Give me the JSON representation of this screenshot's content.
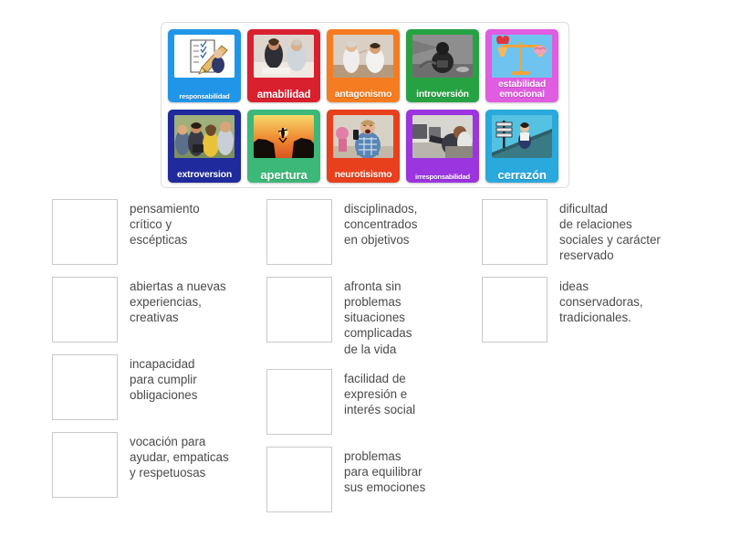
{
  "tile_bank": {
    "rows": [
      [
        {
          "label": "responsabilidad",
          "color": "#2196e8",
          "label_size": "fs-7",
          "art": "checklist-pencil-icon"
        },
        {
          "label": "amabilidad",
          "color": "#d9202f",
          "label_size": "fs-11",
          "art": "two-women-talking-photo"
        },
        {
          "label": "antagonismo",
          "color": "#f57c20",
          "label_size": "fs-10",
          "art": "arguing-couple-photo"
        },
        {
          "label": "introversión",
          "color": "#27a243",
          "label_size": "fs-10",
          "art": "lonely-person-greyscale-photo"
        },
        {
          "label": "estabilidad\nemocional",
          "color": "#e05ce0",
          "label_size": "fs-10 two-line",
          "art": "heart-brain-balance-scale-icon"
        }
      ],
      [
        {
          "label": "extroversion",
          "color": "#1f2a9c",
          "label_size": "fs-10",
          "art": "group-of-friends-photo"
        },
        {
          "label": "apertura",
          "color": "#3cb878",
          "label_size": "fs-13",
          "art": "cliff-jump-sunset-photo"
        },
        {
          "label": "neurotisismo",
          "color": "#e8401c",
          "label_size": "fs-10",
          "art": "angry-man-phone-photo"
        },
        {
          "label": "irresponsabilidad",
          "color": "#9b35e0",
          "label_size": "fs-7",
          "art": "feet-on-desk-office-photo"
        },
        {
          "label": "cerrazón",
          "color": "#2aa9dd",
          "label_size": "fs-13",
          "art": "blocked-signpost-icon"
        }
      ]
    ]
  },
  "answers": {
    "columns": [
      [
        {
          "text": "pensamiento\ncrítico y\nescépticas"
        },
        {
          "text": "abiertas a nuevas\nexperiencias,\ncreativas"
        },
        {
          "text": "incapacidad\npara cumplir\nobligaciones"
        },
        {
          "text": "vocación para\nayudar, empaticas\ny respetuosas"
        }
      ],
      [
        {
          "text": "disciplinados,\nconcentrados\nen objetivos"
        },
        {
          "text": "afronta sin\nproblemas\nsituaciones\ncomplicadas\nde la vida"
        },
        {
          "text": "facilidad de\nexpresión e\ninterés social"
        },
        {
          "text": "problemas\npara equilibrar\nsus emociones"
        }
      ],
      [
        {
          "text": "dificultad\nde relaciones\nsociales y carácter\nreservado"
        },
        {
          "text": "ideas\nconservadoras,\ntradicionales."
        }
      ]
    ]
  },
  "colors": {
    "page_background": "#ffffff",
    "bank_border": "#dddddd",
    "drop_box_border": "#c9c9c9",
    "answer_text": "#4a4a4a"
  }
}
